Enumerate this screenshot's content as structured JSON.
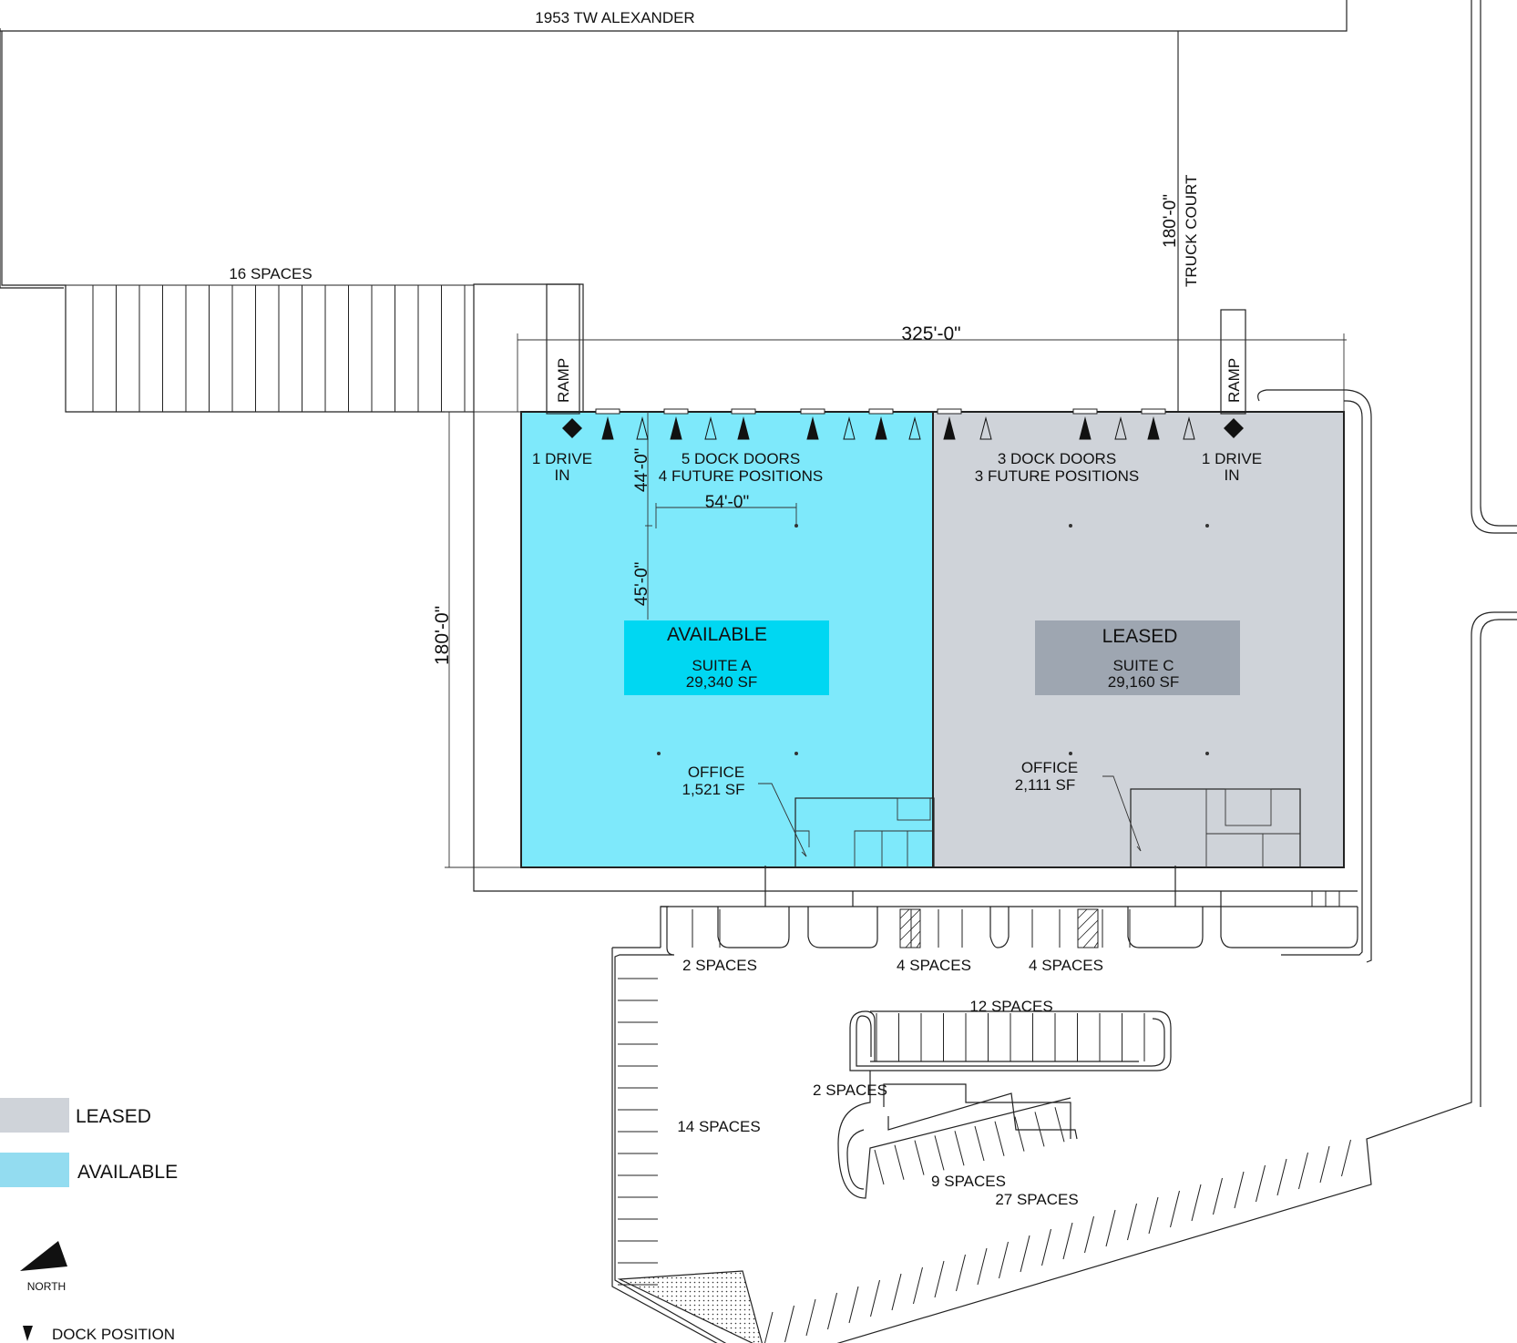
{
  "road_label": "1953 TW ALEXANDER",
  "truck_court": {
    "label": "TRUCK COURT",
    "dimension": "180'-0\""
  },
  "dimensions": {
    "width": "325'-0\"",
    "depth": "180'-0\"",
    "bay_a": "44'-0\"",
    "bay_b": "45'-0\"",
    "bay_width": "54'-0\""
  },
  "ramps": [
    "RAMP",
    "RAMP"
  ],
  "suites": [
    {
      "status": "AVAILABLE",
      "name": "SUITE A",
      "area": "29,340 SF",
      "office_label": "OFFICE",
      "office_area": "1,521 SF",
      "drive_in": [
        "1 DRIVE",
        "IN"
      ],
      "dock_doors": [
        "5 DOCK DOORS",
        "4 FUTURE POSITIONS"
      ],
      "fill_color": "#7ee9fb",
      "label_color": "#00d7f2"
    },
    {
      "status": "LEASED",
      "name": "SUITE C",
      "area": "29,160 SF",
      "office_label": "OFFICE",
      "office_area": "2,111 SF",
      "drive_in": [
        "1 DRIVE",
        "IN"
      ],
      "dock_doors": [
        "3 DOCK DOORS",
        "3 FUTURE POSITIONS"
      ],
      "fill_color": "#cfd3d9",
      "label_color": "#9ea6b1"
    }
  ],
  "parking": [
    {
      "label": "16 SPACES",
      "count": 16
    },
    {
      "label": "2 SPACES",
      "count": 2
    },
    {
      "label": "4 SPACES",
      "count": 4
    },
    {
      "label": "4 SPACES",
      "count": 4
    },
    {
      "label": "12 SPACES",
      "count": 12
    },
    {
      "label": "2 SPACES",
      "count": 2
    },
    {
      "label": "14 SPACES",
      "count": 14
    },
    {
      "label": "9 SPACES",
      "count": 9
    },
    {
      "label": "27 SPACES",
      "count": 27
    }
  ],
  "legend": {
    "leased": {
      "label": "LEASED",
      "color": "#cfd3d9"
    },
    "available": {
      "label": "AVAILABLE",
      "color": "#93dcf0"
    },
    "north": "NORTH",
    "dock_position": "DOCK POSITION"
  }
}
